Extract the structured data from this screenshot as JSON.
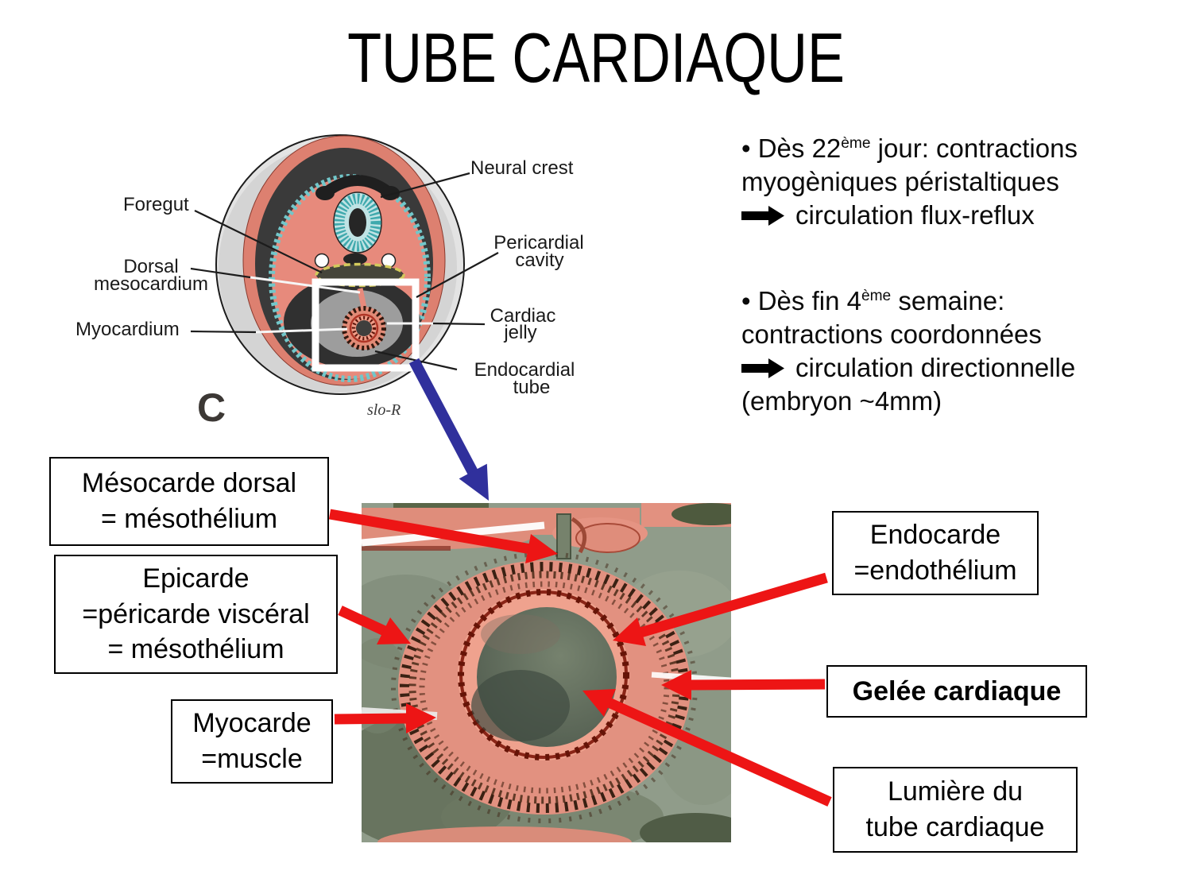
{
  "title": "TUBE CARDIAQUE",
  "colors": {
    "arrow_red": "#ed1515",
    "arrow_blue": "#30309c"
  },
  "embryo_figure": {
    "labels": {
      "foregut": "Foregut",
      "dorsal_mesocardium_1": "Dorsal",
      "dorsal_mesocardium_2": "mesocardium",
      "myocardium": "Myocardium",
      "neural_crest": "Neural crest",
      "pericardial_cavity_1": "Pericardial",
      "pericardial_cavity_2": "cavity",
      "cardiac_jelly_1": "Cardiac",
      "cardiac_jelly_2": "jelly",
      "endocardial_tube_1": "Endocardial",
      "endocardial_tube_2": "tube"
    },
    "panel_letter": "C",
    "signature": "slo-R"
  },
  "bullets": [
    {
      "lead": "• Dès 22",
      "sup": "ème",
      "rest": " jour: contractions",
      "line2": "myogèniques péristaltiques",
      "arrow_text": "circulation flux-reflux"
    },
    {
      "lead": "• Dès fin 4",
      "sup": "ème",
      "rest": " semaine:",
      "line2": "contractions coordonnées",
      "arrow_text": "circulation directionnelle",
      "line4": "(embryon ~4mm)"
    }
  ],
  "callouts": {
    "mesocarde_dorsal": {
      "line1": "Mésocarde dorsal",
      "line2": "= mésothélium"
    },
    "epicarde": {
      "line1": "Epicarde",
      "line2": "=péricarde viscéral",
      "line3": "= mésothélium"
    },
    "myocarde": {
      "line1": "Myocarde",
      "line2": "=muscle"
    },
    "endocarde": {
      "line1": "Endocarde",
      "line2": "=endothélium"
    },
    "gelee_cardiaque": {
      "line1": "Gelée cardiaque"
    },
    "lumiere": {
      "line1": "Lumière du",
      "line2": "tube cardiaque"
    }
  }
}
